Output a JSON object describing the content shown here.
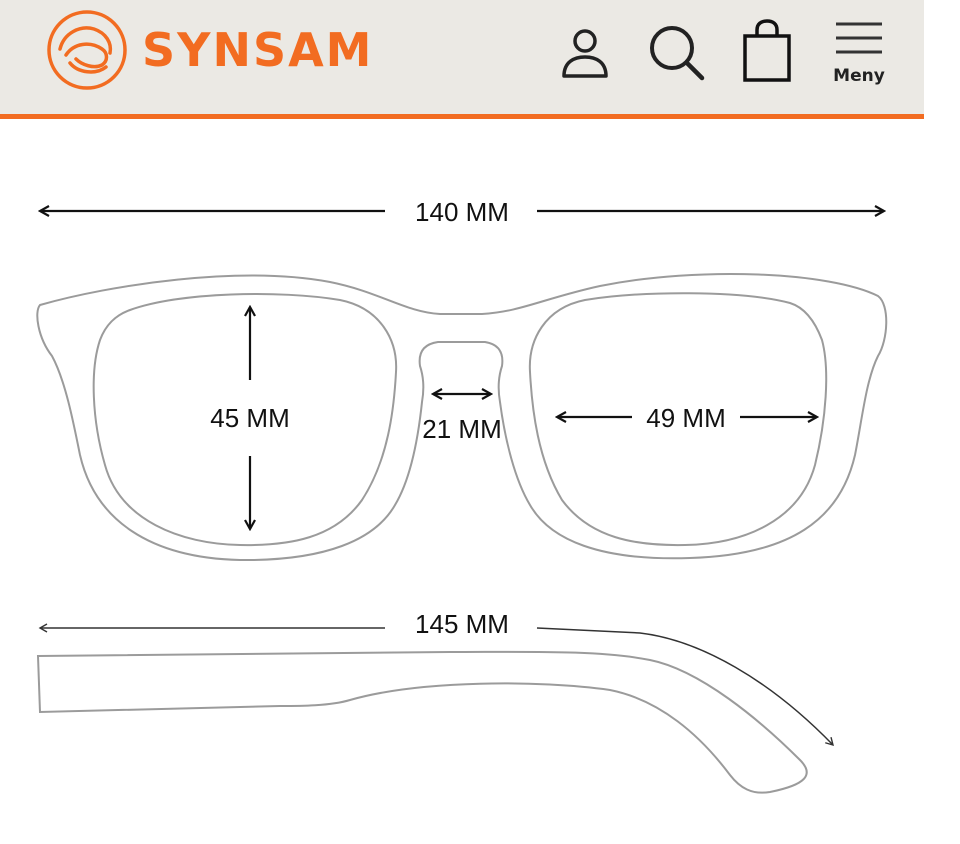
{
  "header": {
    "brand": "SYNSAM",
    "menu_label": "Meny",
    "icons": {
      "logo": "synsam-logo-mark",
      "account": "user-icon",
      "search": "search-icon",
      "bag": "shopping-bag-icon",
      "menu": "hamburger-menu-icon"
    }
  },
  "measurements": {
    "total_width": "140 MM",
    "lens_height": "45 MM",
    "bridge_width": "21 MM",
    "lens_width": "49 MM",
    "temple_length": "145 MM"
  },
  "colors": {
    "brand_orange": "#f26c21",
    "header_background": "#ebe9e4",
    "frame_outline": "#9b9b9b",
    "text": "#111111"
  }
}
